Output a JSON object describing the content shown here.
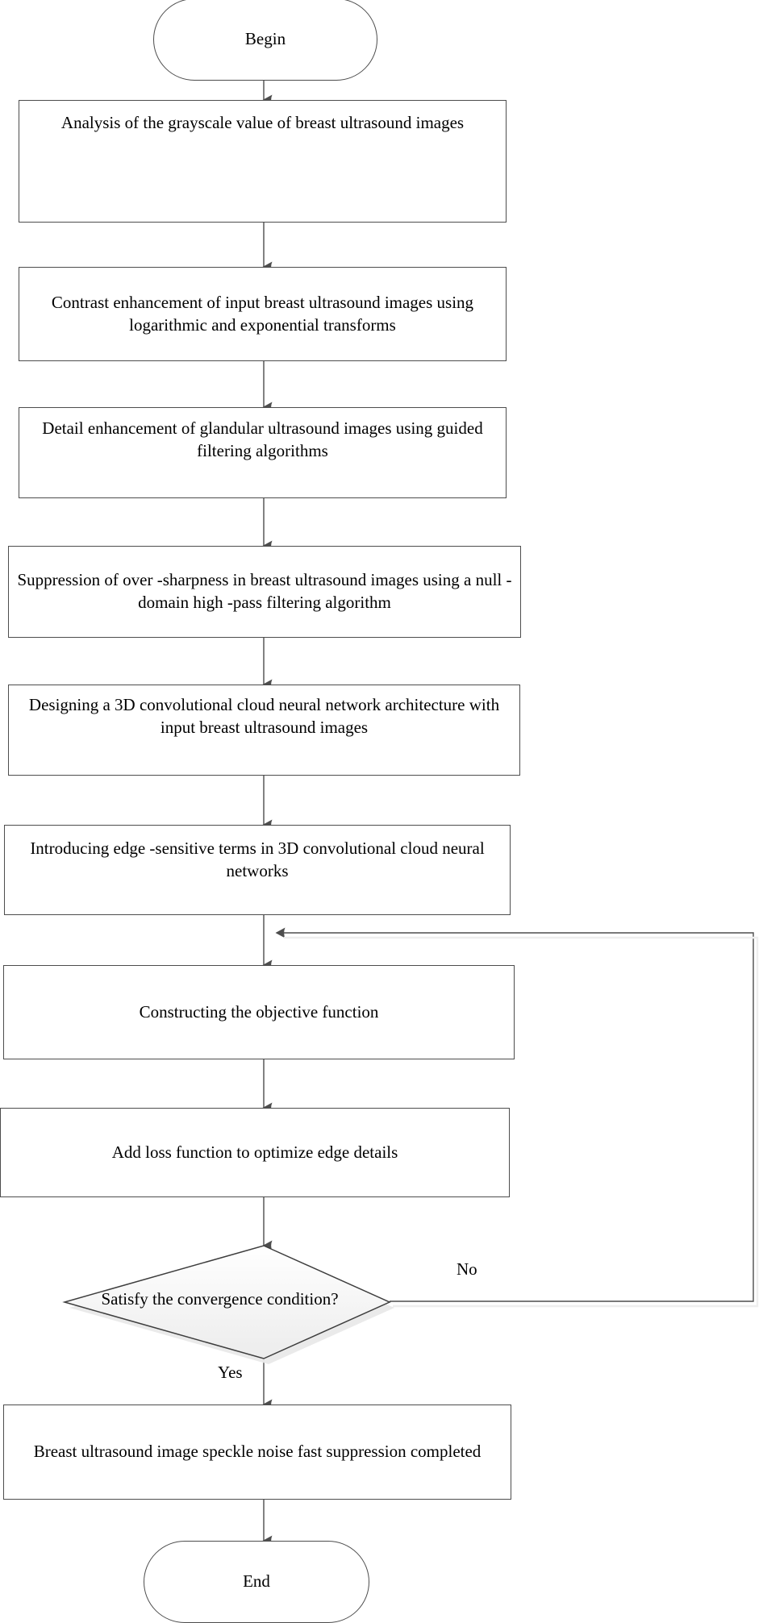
{
  "diagram": {
    "type": "flowchart",
    "orientation": "top-to-bottom",
    "title": "",
    "colors": {
      "stroke": "#4d4d4d",
      "arrow_fill": "#4d4d4d",
      "text": "#000000",
      "box_fill": "#ffffff",
      "decision_fill_top": "#ffffff",
      "decision_fill_bottom": "#efefef",
      "decision_shadow": "#e6e6e6",
      "background": "#ffffff"
    }
  },
  "nodes": {
    "begin": {
      "label": "Begin",
      "shape": "terminator"
    },
    "step1": {
      "label": "Analysis of the grayscale value of breast ultrasound images",
      "shape": "process"
    },
    "step2": {
      "label": "Contrast enhancement of input breast ultrasound images using logarithmic and exponential transforms",
      "shape": "process"
    },
    "step3": {
      "label": "Detail enhancement of glandular ultrasound images using guided filtering algorithms",
      "shape": "process"
    },
    "step4": {
      "label": "Suppression of over  -sharpness in breast ultrasound images using a null   -domain high  -pass filtering algorithm",
      "shape": "process"
    },
    "step5": {
      "label": "Designing a 3D convolutional cloud neural network architecture with input breast ultrasound images",
      "shape": "process"
    },
    "step6": {
      "label": "Introducing edge  -sensitive terms in 3D convolutional cloud neural networks",
      "shape": "process"
    },
    "step7": {
      "label": "Constructing the objective function",
      "shape": "process"
    },
    "step8": {
      "label": "Add loss function to optimize edge details",
      "shape": "process"
    },
    "decision": {
      "label": "Satisfy the convergence condition?",
      "shape": "diamond"
    },
    "step9": {
      "label": "Breast ultrasound image speckle noise fast suppression completed",
      "shape": "process"
    },
    "end": {
      "label": "End",
      "shape": "terminator"
    }
  },
  "edge_labels": {
    "no": "No",
    "yes": "Yes"
  },
  "edges": [
    {
      "from": "begin",
      "to": "step1",
      "label": ""
    },
    {
      "from": "step1",
      "to": "step2",
      "label": ""
    },
    {
      "from": "step2",
      "to": "step3",
      "label": ""
    },
    {
      "from": "step3",
      "to": "step4",
      "label": ""
    },
    {
      "from": "step4",
      "to": "step5",
      "label": ""
    },
    {
      "from": "step5",
      "to": "step6",
      "label": ""
    },
    {
      "from": "step6",
      "to": "step7",
      "label": ""
    },
    {
      "from": "step7",
      "to": "step8",
      "label": ""
    },
    {
      "from": "step8",
      "to": "decision",
      "label": ""
    },
    {
      "from": "decision",
      "to": "step7",
      "label": "No"
    },
    {
      "from": "decision",
      "to": "step9",
      "label": "Yes"
    },
    {
      "from": "step9",
      "to": "end",
      "label": ""
    }
  ]
}
